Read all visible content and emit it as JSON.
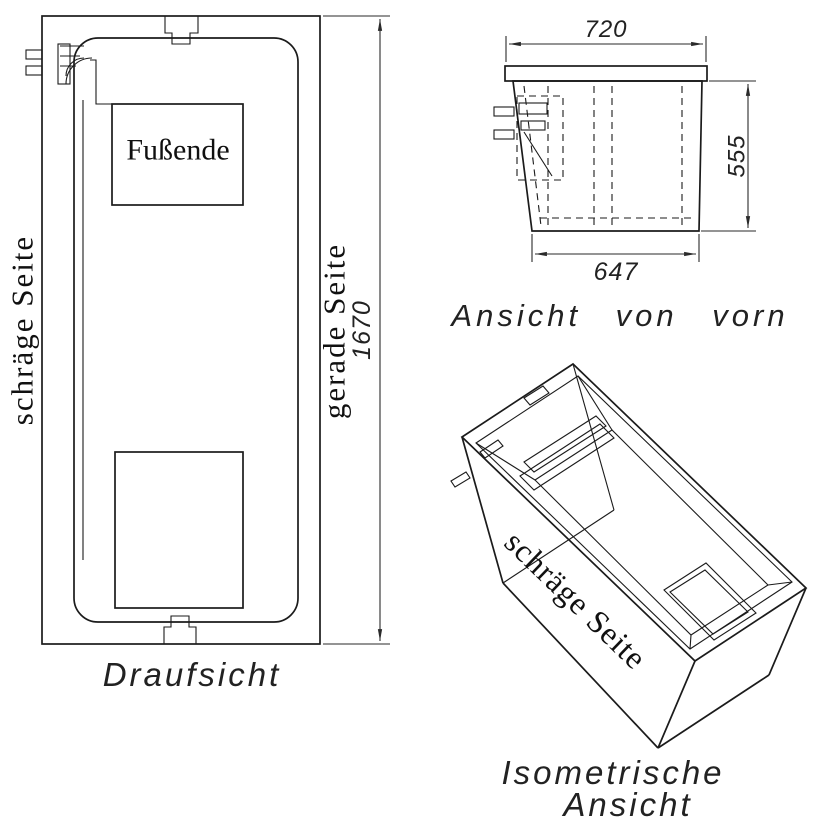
{
  "top_view": {
    "caption": "Draufsicht",
    "foot_end_label": "Fußende",
    "left_side_label": "schräge Seite",
    "right_side_label": "gerade Seite",
    "length_dim": "1670"
  },
  "front_view": {
    "caption": "Ansicht von vorn",
    "top_dim": "720",
    "height_dim": "555",
    "bottom_dim": "647"
  },
  "isometric_view": {
    "caption_line1": "Isometrische",
    "caption_line2": "Ansicht",
    "slanted_side_label": "schräge Seite"
  },
  "colors": {
    "line": "#1b1b1b",
    "dimension": "#2a2a2a",
    "background": "#ffffff"
  }
}
